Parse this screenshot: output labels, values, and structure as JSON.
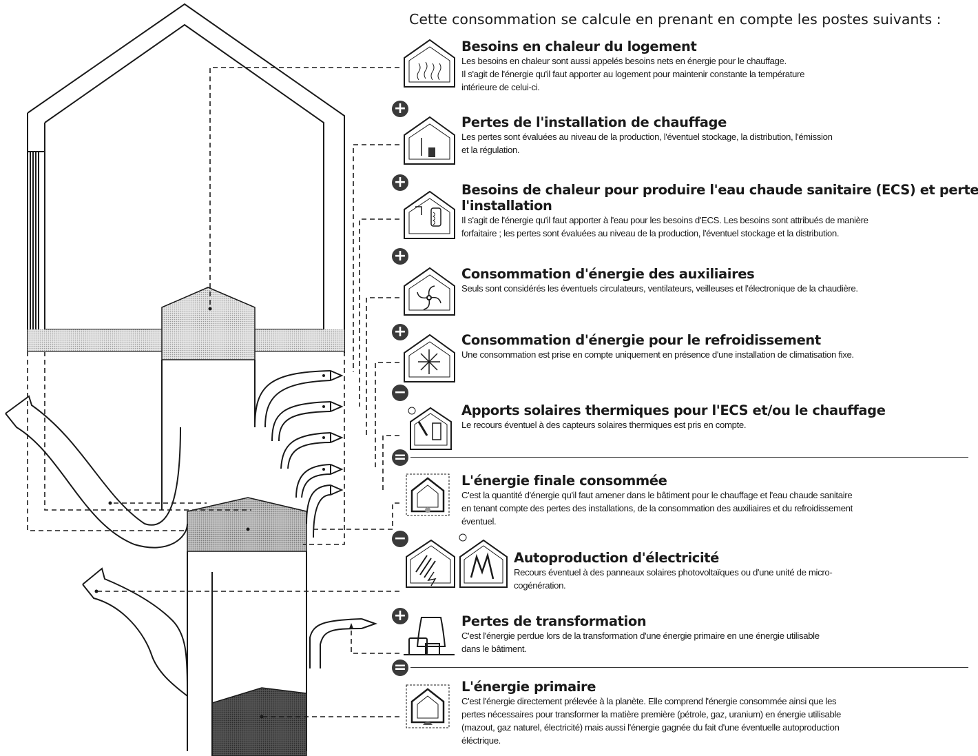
{
  "header": "Cette consommation se calcule en prenant en compte les postes suivants :",
  "items": [
    {
      "icon": "house-heat-waves-icon",
      "title": "Besoins en chaleur du logement",
      "lines": [
        "Les besoins en chaleur sont aussi appelés besoins nets en énergie pour le chauffage.",
        "Il s'agit de l'énergie qu'il faut apporter au logement pour maintenir constante la température",
        "intérieure de celui-ci."
      ]
    },
    {
      "icon": "house-boiler-icon",
      "title": "Pertes de l'installation de chauffage",
      "lines": [
        "Les pertes sont évaluées au niveau de la production, l'éventuel stockage, la distribution, l'émission",
        "et la régulation."
      ]
    },
    {
      "icon": "house-shower-tank-icon",
      "title_lines": [
        "Besoins de chaleur pour produire l'eau chaude sanitaire (ECS) et pertes de",
        "l'installation"
      ],
      "lines": [
        "Il s'agit de l'énergie qu'il faut apporter à l'eau pour les besoins d'ECS. Les besoins sont attribués de manière",
        "forfaitaire ; les pertes sont évaluées au niveau de la production, l'éventuel stockage et la distribution."
      ]
    },
    {
      "icon": "house-fan-icon",
      "title": "Consommation d'énergie des auxiliaires",
      "lines": [
        "Seuls sont considérés les éventuels circulateurs, ventilateurs, veilleuses et l'électronique de la chaudière."
      ]
    },
    {
      "icon": "house-snowflake-icon",
      "title": "Consommation d'énergie pour le refroidissement",
      "lines": [
        "Une consommation est prise en compte uniquement en présence d'une installation de climatisation fixe."
      ]
    },
    {
      "icon": "house-solar-thermal-icon",
      "title": "Apports solaires thermiques pour l'ECS et/ou le chauffage",
      "lines": [
        "Le recours éventuel à des capteurs solaires thermiques est pris en compte."
      ]
    },
    {
      "icon": "house-final-energy-icon",
      "title": "L'énergie finale consommée",
      "lines": [
        "C'est la quantité d'énergie qu'il faut amener dans le bâtiment pour le chauffage et l'eau chaude sanitaire",
        "en tenant compte des pertes des installations, de la consommation des auxiliaires et du refroidissement",
        "éventuel."
      ]
    },
    {
      "icon": "house-photovoltaic-icon",
      "icon2": "house-cogeneration-icon",
      "title": "Autoproduction d'électricité",
      "lines": [
        "Recours éventuel à des panneaux solaires photovoltaïques ou d'une unité de micro-",
        "cogénération."
      ]
    },
    {
      "icon": "power-plant-icon",
      "title": "Pertes de transformation",
      "lines": [
        "C'est l'énergie perdue lors de la transformation d'une énergie primaire en une énergie utilisable",
        "dans le bâtiment."
      ]
    },
    {
      "icon": "house-primary-energy-icon",
      "title": "L'énergie primaire",
      "lines": [
        "C'est l'énergie directement prélevée à la planète. Elle comprend l'énergie consommée ainsi que les",
        "pertes nécessaires pour transformer la matière première (pétrole, gaz, uranium) en énergie utilisable",
        "(mazout, gaz naturel, électricité) mais aussi l'énergie gagnée du fait d'une éventuelle autoproduction",
        "éléctrique."
      ]
    }
  ],
  "operators": [
    "+",
    "+",
    "+",
    "+",
    "−",
    "=",
    "−",
    "+",
    "="
  ],
  "colors": {
    "ink": "#1a1a1a",
    "operator_disc": "#3a3a3a",
    "block_light": "#dcdcdc",
    "block_medium": "#b9b9b9",
    "block_dark": "#4a4a4a"
  }
}
